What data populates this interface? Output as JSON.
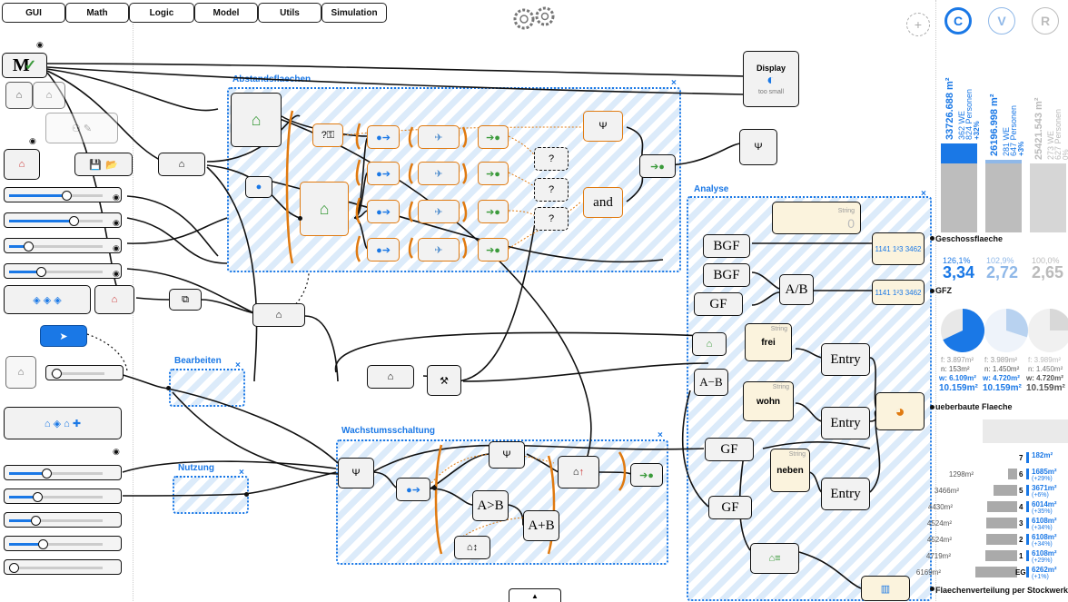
{
  "toolbar": {
    "tabs": [
      "GUI",
      "Math",
      "Logic",
      "Model",
      "Utils",
      "Simulation"
    ]
  },
  "groups": {
    "abstand": "Abstandsflaechen",
    "analyse": "Analyse",
    "bearbeiten": "Bearbeiten",
    "nutzung": "Nutzung",
    "wachstum": "Wachstumsschaltung"
  },
  "nodes": {
    "display_title": "Display",
    "display_sub": "too small",
    "bgf1": "BGF",
    "bgf2": "BGF",
    "gf1": "GF",
    "gf2": "GF",
    "gf3": "GF",
    "a_div_b": "A/B",
    "a_minus_b": "A−B",
    "a_gt_b1": "A>B",
    "a_plus_b": "A+B",
    "and": "and",
    "entry1": "Entry",
    "entry2": "Entry",
    "entry3": "Entry",
    "string_small": "String",
    "string_zero": "0",
    "frei": "frei",
    "wohn": "wohn",
    "neben": "neben",
    "string_tag": "String",
    "counter1": "1141 1²3 3462",
    "counter2": "1141 1²3 3462",
    "question": "?"
  },
  "panel": {
    "add": "+",
    "variants": [
      "C",
      "V",
      "R"
    ],
    "variant_colors": [
      "#1a78e6",
      "#8fb8e8",
      "#bdbdbd"
    ],
    "bars": [
      {
        "area": "33726.688 m²",
        "we": "362 WE",
        "persons": "824 Personen",
        "pct": "+32%",
        "color": "#1a78e6",
        "level": 0.45
      },
      {
        "area": "26196.998 m²",
        "we": "281 WE",
        "persons": "647 Personen",
        "pct": "+3%",
        "color": "#8fb8e8",
        "level": 0.3
      },
      {
        "area": "25421.543 m²",
        "we": "273 WE",
        "persons": "627 Personen",
        "pct": "0%",
        "color": "#bdbdbd",
        "level": 0.0
      }
    ],
    "geschoss_label": "Geschossflaeche",
    "gfz_label": "GFZ",
    "gfz": [
      {
        "pct": "126,1%",
        "value": "3,34",
        "color": "#1a78e6"
      },
      {
        "pct": "102,9%",
        "value": "2,72",
        "color": "#8fb8e8"
      },
      {
        "pct": "100,0%",
        "value": "2,65",
        "color": "#bdbdbd"
      }
    ],
    "pie_fractions": [
      0.68,
      0.3,
      0.25
    ],
    "ueberbaut": [
      {
        "f": "f: 3.897m²",
        "n": "n: 153m²",
        "w": "w: 6.109m²",
        "total": "10.159m²",
        "color": "#1a78e6"
      },
      {
        "f": "f: 3.989m²",
        "n": "n: 1.450m²",
        "w": "w: 4.720m²",
        "total": "10.159m²",
        "color": "#1a78e6"
      },
      {
        "f": "f: 3.989m²",
        "n": "n: 1.450m²",
        "w": "w: 4.720m²",
        "total": "10.159m²",
        "color": "#555"
      }
    ],
    "ueberbaut_label": "ueberbaute Flaeche",
    "floors": [
      {
        "floor": "7",
        "left": "",
        "right": "182m²",
        "change": "",
        "lw": 0,
        "rw": 6
      },
      {
        "floor": "6",
        "left": "1298m²",
        "right": "1685m²",
        "change": "(+29%)",
        "lw": 10,
        "rw": 14
      },
      {
        "floor": "5",
        "left": "3466m²",
        "right": "3671m²",
        "change": "(+6%)",
        "lw": 26,
        "rw": 27
      },
      {
        "floor": "4",
        "left": "4430m²",
        "right": "6014m²",
        "change": "(+35%)",
        "lw": 33,
        "rw": 45
      },
      {
        "floor": "3",
        "left": "4524m²",
        "right": "6108m²",
        "change": "(+34%)",
        "lw": 34,
        "rw": 46
      },
      {
        "floor": "2",
        "left": "4524m²",
        "right": "6108m²",
        "change": "(+34%)",
        "lw": 34,
        "rw": 46
      },
      {
        "floor": "1",
        "left": "4719m²",
        "right": "6108m²",
        "change": "(+29%)",
        "lw": 35,
        "rw": 46
      },
      {
        "floor": "EG",
        "left": "6169m²",
        "right": "6262m²",
        "change": "(+1%)",
        "lw": 46,
        "rw": 47
      }
    ],
    "floors_label": "Flaechenverteilung per Stockwerk"
  }
}
